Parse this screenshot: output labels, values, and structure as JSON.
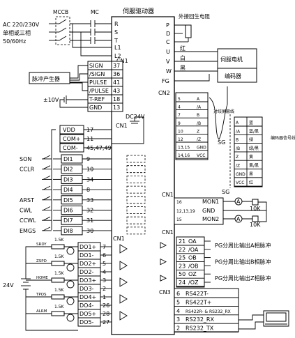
{
  "drive_title": "伺服驱动器",
  "power": {
    "line1": "AC 220/230V",
    "line2": "单相或三相",
    "line3": "50/60Hz",
    "mccb": "MCCB",
    "mc": "MC",
    "terminals": [
      "R",
      "S",
      "T",
      "L1",
      "L2"
    ]
  },
  "regen": {
    "label": "外接回生电阻",
    "terminals": [
      "P",
      "D",
      "C"
    ]
  },
  "motor": {
    "terminals": [
      "U",
      "V",
      "W",
      "FG"
    ],
    "colors": [
      "红",
      "白",
      "黑"
    ],
    "motor_label": "伺服电机",
    "encoder_label": "编码器",
    "cable_label": "对绞屏蔽线",
    "sg": "SG",
    "cn2": "CN2",
    "cn2_pins": [
      {
        "pin": "5",
        "name": "A"
      },
      {
        "pin": "4",
        "name": "/A"
      },
      {
        "pin": "7",
        "name": "B"
      },
      {
        "pin": "9",
        "name": "/B"
      },
      {
        "pin": "10",
        "name": "Z"
      },
      {
        "pin": "12",
        "name": "/Z"
      },
      {
        "pin": "13,15",
        "name": "GND"
      },
      {
        "pin": "14,16",
        "name": "VCC"
      }
    ],
    "encoder_table": [
      {
        "sig": "A",
        "color": "蓝"
      },
      {
        "sig": "/A",
        "color": "蓝/黑"
      },
      {
        "sig": "B",
        "color": "绿"
      },
      {
        "sig": "/B",
        "color": "绿/黑"
      },
      {
        "sig": "Z",
        "color": "黄"
      },
      {
        "sig": "/Z",
        "color": "黄/黑"
      },
      {
        "sig": "GND",
        "color": "黑"
      },
      {
        "sig": "VCC",
        "color": "红"
      }
    ],
    "encoder_table_label": "编码器信号线配色"
  },
  "pulse": {
    "generator": "脉冲产生器",
    "supply": "±10V",
    "cn1": "CN1",
    "pins": [
      {
        "name": "SIGN",
        "pin": "37"
      },
      {
        "name": "/SIGN",
        "pin": "36"
      },
      {
        "name": "PULSE",
        "pin": "41"
      },
      {
        "name": "/PULSE",
        "pin": "43"
      },
      {
        "name": "T-REF",
        "pin": "18"
      },
      {
        "name": "GND",
        "pin": "13"
      }
    ]
  },
  "dc24": {
    "cn1": "CN1",
    "label": "DC24V",
    "rows": [
      {
        "name": "VDD",
        "pin": "17"
      },
      {
        "name": "COM+",
        "pin": "11"
      },
      {
        "name": "COM-",
        "pin": "45,47,49"
      }
    ]
  },
  "di": [
    {
      "label": "SON",
      "name": "DI1",
      "pin": "9"
    },
    {
      "label": "CCLR",
      "name": "DI2",
      "pin": "10"
    },
    {
      "label": "",
      "name": "DI3",
      "pin": "34"
    },
    {
      "label": "",
      "name": "DI4",
      "pin": "8"
    },
    {
      "label": "ARST",
      "name": "DI5",
      "pin": "33"
    },
    {
      "label": "CWL",
      "name": "DI6",
      "pin": "32"
    },
    {
      "label": "CCWL",
      "name": "DI7",
      "pin": "31"
    },
    {
      "label": "EMGS",
      "name": "DI8",
      "pin": "30"
    }
  ],
  "analog": {
    "cn1": "CN1",
    "sg": "SG",
    "rows": [
      {
        "pin": "16",
        "name": "MON1"
      },
      {
        "pin": "12,13,19",
        "name": "GND"
      },
      {
        "pin": "15",
        "name": "MON2"
      }
    ],
    "meter": "A",
    "res": "10K"
  },
  "do": {
    "cn1": "CN1",
    "supply": "24V",
    "res": "1.5K",
    "rows": [
      {
        "name": "DO1+",
        "pin": "7"
      },
      {
        "name": "DO1-",
        "pin": "6"
      },
      {
        "name": "DO2+",
        "pin": "5"
      },
      {
        "name": "DO2-",
        "pin": "4"
      },
      {
        "name": "DO3+",
        "pin": "3"
      },
      {
        "name": "DO3-",
        "pin": "2"
      },
      {
        "name": "DO4+",
        "pin": "1"
      },
      {
        "name": "DO4-",
        "pin": "26"
      },
      {
        "name": "DO5+",
        "pin": "28"
      },
      {
        "name": "DO5-",
        "pin": "27"
      }
    ],
    "loads": [
      "SRDY",
      "ZSPD",
      "HOME",
      "TPOS",
      "ALRM"
    ]
  },
  "encout": {
    "cn1": "CN1",
    "rows": [
      {
        "pin": "21",
        "name": "OA"
      },
      {
        "pin": "22",
        "name": "/OA"
      },
      {
        "pin": "25",
        "name": "OB"
      },
      {
        "pin": "23",
        "name": "/OB"
      },
      {
        "pin": "50",
        "name": "OZ"
      },
      {
        "pin": "24",
        "name": "/OZ"
      }
    ],
    "labels": [
      "PG分周比输出A相脉冲",
      "PG分周比输出B相脉冲",
      "PG分周比输出Z相脉冲"
    ]
  },
  "cn3": {
    "label": "CN3",
    "rows": [
      {
        "pin": "6",
        "name": "RS422T-"
      },
      {
        "pin": "5",
        "name": "RS422T+"
      },
      {
        "pin": "4",
        "name": "RS422R- & RS232_RX"
      },
      {
        "pin": "3",
        "name": "RS232_RX"
      },
      {
        "pin": "2",
        "name": "RS232_TX"
      }
    ]
  }
}
